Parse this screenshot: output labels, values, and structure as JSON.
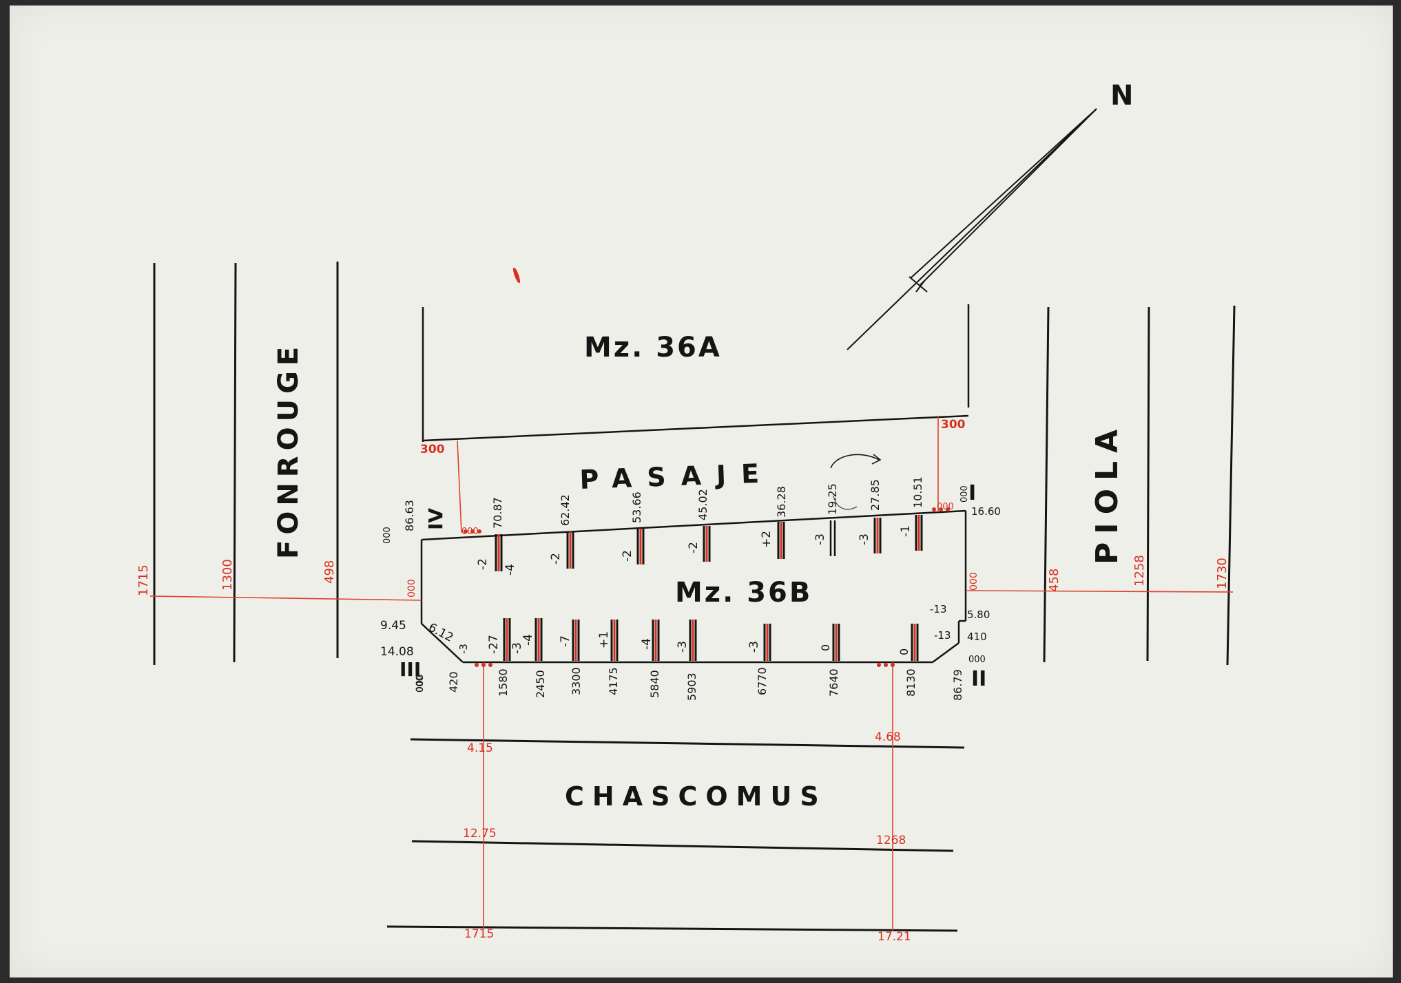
{
  "streets": {
    "fonrouge": "FONROUGE",
    "piola": "PIOLA",
    "pasaje": "PASAJE",
    "chascomus": "CHASCOMUS"
  },
  "blocks": {
    "mz_36a": "Mz. 36A",
    "mz_36b": "Mz. 36B"
  },
  "north": "N",
  "corners": {
    "i": "I",
    "ii": "II",
    "iii": "III",
    "iv": "IV"
  },
  "west_red": {
    "a": "1715",
    "b": "1300",
    "c": "498",
    "d": "000"
  },
  "east_red": {
    "a": "000",
    "b": "458",
    "c": "1258",
    "d": "1730"
  },
  "pasaje_red": {
    "left": "300",
    "right": "300",
    "p1": "000",
    "p2": "000"
  },
  "top_dims": [
    "86.63",
    "70.87",
    "62.42",
    "53.66",
    "45.02",
    "36.28",
    "19.25",
    "27.85",
    "10.51"
  ],
  "top_levels": [
    "-2",
    "-4",
    "-2",
    "-2",
    "-2",
    "+2",
    "-3",
    "-3",
    "-1"
  ],
  "bottom_dims": [
    "000",
    "420",
    "1580",
    "2450",
    "3300",
    "4175",
    "5840",
    "5903",
    "6770",
    "7640",
    "8130",
    "86.79"
  ],
  "bottom_levels": [
    "-3",
    "-27",
    "-3",
    "-4",
    "-7",
    "+1",
    "-4",
    "-3",
    "-3",
    "0",
    "0"
  ],
  "west_side": {
    "a": "9.45",
    "b": "14.08",
    "c": "6.12",
    "d": "000",
    "e": "000"
  },
  "east_side": {
    "a": "000",
    "b": "16.60",
    "c": "-13",
    "d": "5.80",
    "e": "-13",
    "f": "410",
    "g": "000"
  },
  "chascomus_red": {
    "a": "4.15",
    "b": "4.68",
    "c": "12.75",
    "d": "1268",
    "e": "1715",
    "f": "17.21"
  }
}
